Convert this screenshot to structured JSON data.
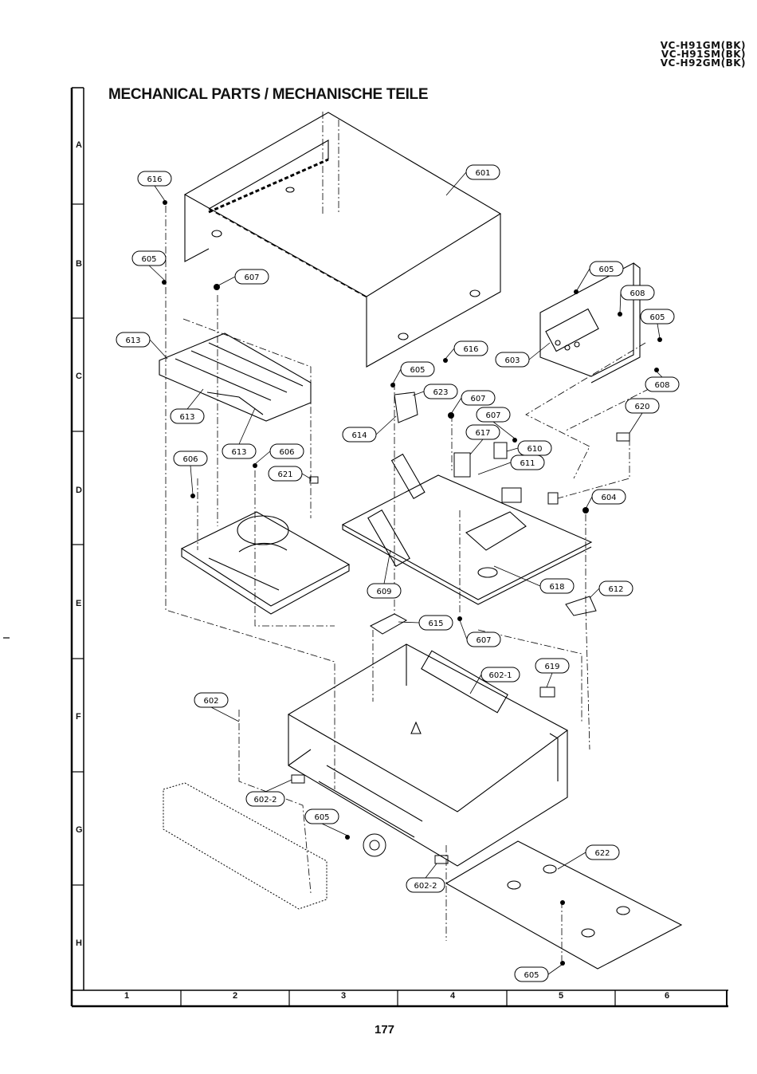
{
  "header": {
    "models": [
      "VC-H91GM(BK)",
      "VC-H91SM(BK)",
      "VC-H92GM(BK)"
    ],
    "title": "MECHANICAL PARTS / MECHANISCHE TEILE"
  },
  "grid": {
    "rows": [
      "A",
      "B",
      "C",
      "D",
      "E",
      "F",
      "G",
      "H"
    ],
    "columns": [
      "1",
      "2",
      "3",
      "4",
      "5",
      "6"
    ]
  },
  "callouts": [
    {
      "id": "c616a",
      "label": "616"
    },
    {
      "id": "c601",
      "label": "601"
    },
    {
      "id": "c605a",
      "label": "605"
    },
    {
      "id": "c607a",
      "label": "607"
    },
    {
      "id": "c613a",
      "label": "613"
    },
    {
      "id": "c613b",
      "label": "613"
    },
    {
      "id": "c613c",
      "label": "613"
    },
    {
      "id": "c605b",
      "label": "605"
    },
    {
      "id": "c608a",
      "label": "608"
    },
    {
      "id": "c605c",
      "label": "605"
    },
    {
      "id": "c603",
      "label": "603"
    },
    {
      "id": "c616b",
      "label": "616"
    },
    {
      "id": "c608b",
      "label": "608"
    },
    {
      "id": "c605d",
      "label": "605"
    },
    {
      "id": "c623",
      "label": "623"
    },
    {
      "id": "c607b",
      "label": "607"
    },
    {
      "id": "c607c",
      "label": "607"
    },
    {
      "id": "c614",
      "label": "614"
    },
    {
      "id": "c620",
      "label": "620"
    },
    {
      "id": "c617",
      "label": "617"
    },
    {
      "id": "c610",
      "label": "610"
    },
    {
      "id": "c611",
      "label": "611"
    },
    {
      "id": "c606a",
      "label": "606"
    },
    {
      "id": "c606b",
      "label": "606"
    },
    {
      "id": "c621",
      "label": "621"
    },
    {
      "id": "c604",
      "label": "604"
    },
    {
      "id": "c609",
      "label": "609"
    },
    {
      "id": "c618",
      "label": "618"
    },
    {
      "id": "c612",
      "label": "612"
    },
    {
      "id": "c615",
      "label": "615"
    },
    {
      "id": "c607d",
      "label": "607"
    },
    {
      "id": "c619",
      "label": "619"
    },
    {
      "id": "c602-1",
      "label": "602-1"
    },
    {
      "id": "c602",
      "label": "602"
    },
    {
      "id": "c602-2a",
      "label": "602-2"
    },
    {
      "id": "c605e",
      "label": "605"
    },
    {
      "id": "c622",
      "label": "622"
    },
    {
      "id": "c602-2b",
      "label": "602-2"
    },
    {
      "id": "c605f",
      "label": "605"
    }
  ],
  "footer": {
    "page_number": "177"
  }
}
